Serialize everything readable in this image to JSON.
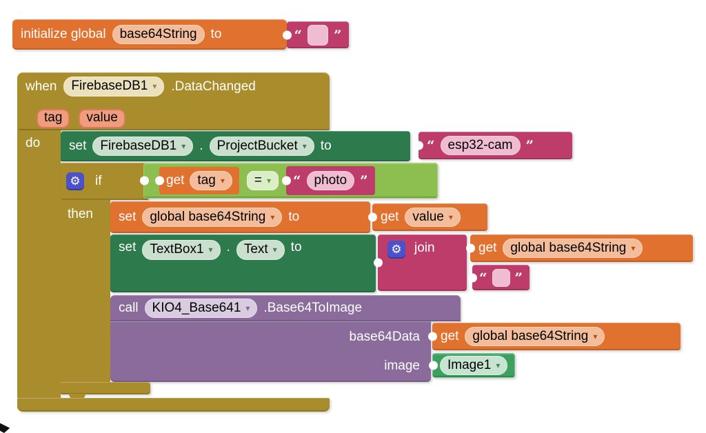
{
  "glyphs": {
    "dropdown": "▾",
    "gear": "⚙",
    "open_quote": "“",
    "close_quote": "”",
    "dot": "."
  },
  "colors": {
    "variables_orange": "#E0712F",
    "variables_field": "#F3BD9B",
    "text_magenta": "#BE3C6A",
    "text_field_pink": "#EFBCD1",
    "control_gold": "#A98C2B",
    "component_set_green": "#2D7A4D",
    "logic_lime": "#8CBE50",
    "extension_purple": "#8A6B9C",
    "component_green": "#3CA05F",
    "param_chip": "#F09D7E",
    "mutator_gear_blue": "#4B51C9",
    "workspace_background": "#FFFFFF"
  },
  "init_block": {
    "keyword": "initialize global",
    "variable": "base64String",
    "to": "to",
    "value_text": ""
  },
  "when_block": {
    "keyword": "when",
    "component": "FirebaseDB1",
    "event": ".DataChanged",
    "param_tag": "tag",
    "param_value": "value",
    "do_label": "do"
  },
  "set_bucket": {
    "set": "set",
    "component": "FirebaseDB1",
    "property": "ProjectBucket",
    "to": "to",
    "value_text": "esp32-cam"
  },
  "if_block": {
    "if_label": "if",
    "then_label": "then",
    "get_label": "get",
    "variable": "tag",
    "operator": "=",
    "compare_text": "photo"
  },
  "set_global": {
    "set": "set",
    "variable": "global base64String",
    "to": "to"
  },
  "get_value": {
    "get": "get",
    "variable": "value"
  },
  "set_textbox": {
    "set": "set",
    "component": "TextBox1",
    "property": "Text",
    "to": "to"
  },
  "join_block": {
    "label": "join",
    "arg2_text": ""
  },
  "get_global_join": {
    "get": "get",
    "variable": "global base64String"
  },
  "call_block": {
    "call": "call",
    "component": "KIO4_Base641",
    "method": ".Base64ToImage",
    "param_base64data": "base64Data",
    "param_image": "image"
  },
  "get_global_param": {
    "get": "get",
    "variable": "global base64String"
  },
  "image_component": {
    "name": "Image1"
  }
}
